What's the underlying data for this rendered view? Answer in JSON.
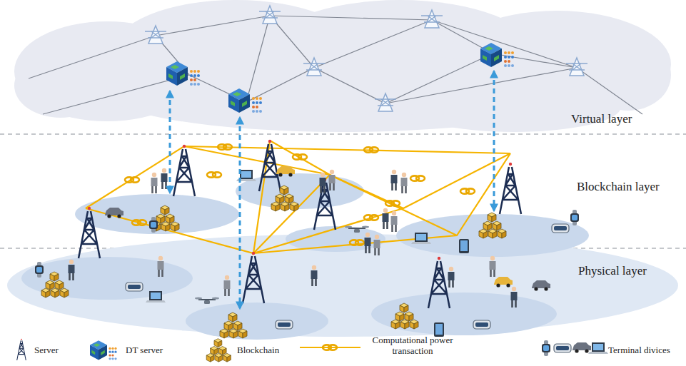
{
  "diagram": {
    "labels": [
      "Virtual layer",
      "Blockchain layer",
      "Physical layer"
    ],
    "legend": [
      {
        "text": "Server"
      },
      {
        "text": "DT server"
      },
      {
        "text": "Blockchain"
      },
      {
        "text": "Computational power transaction"
      },
      {
        "text": "Terminal divices"
      }
    ]
  }
}
